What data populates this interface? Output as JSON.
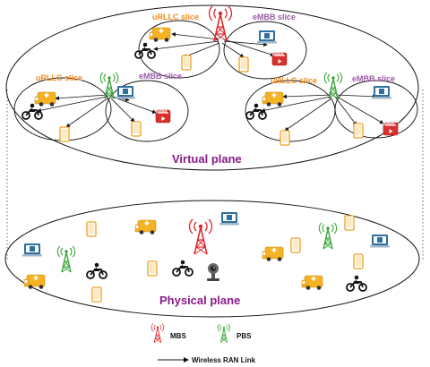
{
  "colors": {
    "urllc": "#f08a1c",
    "embb": "#9b5aa6",
    "plane_label": "#8a1b8a",
    "mbs": "#e0262b",
    "pbs": "#3aa53a",
    "ambulance": "#f5b324",
    "tablet": "#f0a020",
    "monitor": "#2f6f9e",
    "video": "#d9302c"
  },
  "labels": {
    "urllc_slice": "uRLLC slice",
    "embb_slice": "eMBB slice",
    "video": "Video",
    "virtual_plane": "Virtual plane",
    "physical_plane": "Physical plane"
  },
  "legend": {
    "mbs": "MBS",
    "pbs": "PBS",
    "link": "Wireless RAN Link"
  },
  "icons": [
    "mbs-tower-icon",
    "pbs-tower-icon",
    "ambulance-icon",
    "tablet-icon",
    "motorbike-icon",
    "monitor-icon",
    "video-icon",
    "camera-icon"
  ]
}
